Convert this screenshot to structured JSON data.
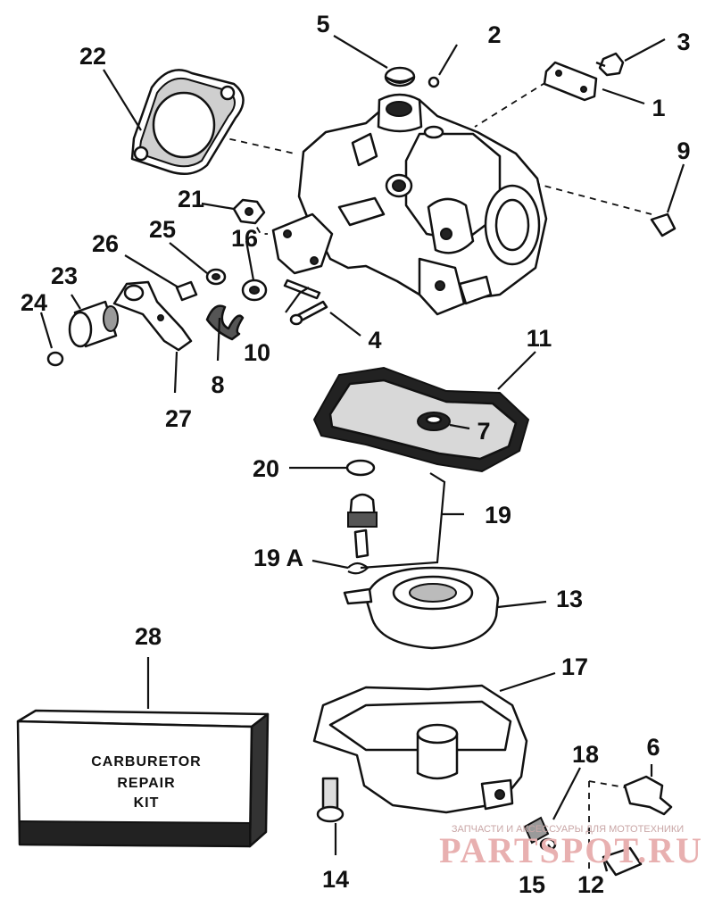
{
  "diagram": {
    "callouts": [
      {
        "id": "c1",
        "label": "1"
      },
      {
        "id": "c2",
        "label": "2"
      },
      {
        "id": "c3",
        "label": "3"
      },
      {
        "id": "c4",
        "label": "4"
      },
      {
        "id": "c5",
        "label": "5"
      },
      {
        "id": "c6",
        "label": "6"
      },
      {
        "id": "c7",
        "label": "7"
      },
      {
        "id": "c8",
        "label": "8"
      },
      {
        "id": "c9",
        "label": "9"
      },
      {
        "id": "c10",
        "label": "10"
      },
      {
        "id": "c11",
        "label": "11"
      },
      {
        "id": "c12",
        "label": "12"
      },
      {
        "id": "c13",
        "label": "13"
      },
      {
        "id": "c14",
        "label": "14"
      },
      {
        "id": "c15",
        "label": "15"
      },
      {
        "id": "c16",
        "label": "16"
      },
      {
        "id": "c17",
        "label": "17"
      },
      {
        "id": "c18",
        "label": "18"
      },
      {
        "id": "c19",
        "label": "19"
      },
      {
        "id": "c19a",
        "label": "19 A"
      },
      {
        "id": "c20",
        "label": "20"
      },
      {
        "id": "c21",
        "label": "21"
      },
      {
        "id": "c22",
        "label": "22"
      },
      {
        "id": "c23",
        "label": "23"
      },
      {
        "id": "c24",
        "label": "24"
      },
      {
        "id": "c25",
        "label": "25"
      },
      {
        "id": "c26",
        "label": "26"
      },
      {
        "id": "c27",
        "label": "27"
      },
      {
        "id": "c28",
        "label": "28"
      }
    ],
    "kit_box": {
      "line1": "CARBURETOR",
      "line2": "REPAIR",
      "line3": "KIT"
    }
  },
  "watermark": {
    "tagline": "ЗАПЧАСТИ И АКСЕССУАРЫ ДЛЯ МОТОТЕХНИКИ",
    "brand": "PARTSPOT.RU"
  }
}
